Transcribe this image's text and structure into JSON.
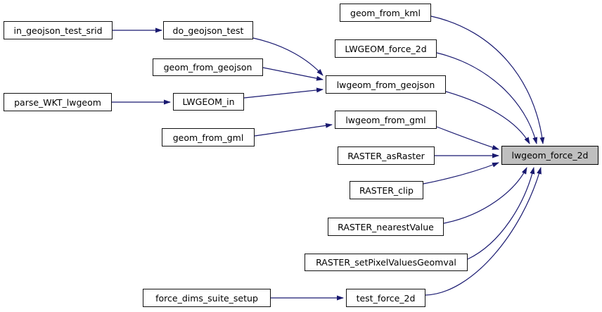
{
  "diagram": {
    "type": "call-graph",
    "colors": {
      "edge": "#191970",
      "node_fill": "#ffffff",
      "node_border": "#000000",
      "target_fill": "#bfbfbf",
      "text": "#000000"
    },
    "nodes": [
      {
        "id": "in_geojson_test_srid",
        "label": "in_geojson_test_srid",
        "target": false
      },
      {
        "id": "do_geojson_test",
        "label": "do_geojson_test",
        "target": false
      },
      {
        "id": "geom_from_geojson",
        "label": "geom_from_geojson",
        "target": false
      },
      {
        "id": "parse_WKT_lwgeom",
        "label": "parse_WKT_lwgeom",
        "target": false
      },
      {
        "id": "LWGEOM_in",
        "label": "LWGEOM_in",
        "target": false
      },
      {
        "id": "geom_from_gml",
        "label": "geom_from_gml",
        "target": false
      },
      {
        "id": "geom_from_kml",
        "label": "geom_from_kml",
        "target": false
      },
      {
        "id": "LWGEOM_force_2d",
        "label": "LWGEOM_force_2d",
        "target": false
      },
      {
        "id": "lwgeom_from_geojson",
        "label": "lwgeom_from_geojson",
        "target": false
      },
      {
        "id": "lwgeom_from_gml",
        "label": "lwgeom_from_gml",
        "target": false
      },
      {
        "id": "RASTER_asRaster",
        "label": "RASTER_asRaster",
        "target": false
      },
      {
        "id": "RASTER_clip",
        "label": "RASTER_clip",
        "target": false
      },
      {
        "id": "RASTER_nearestValue",
        "label": "RASTER_nearestValue",
        "target": false
      },
      {
        "id": "RASTER_setPixelValuesGeomval",
        "label": "RASTER_setPixelValuesGeomval",
        "target": false
      },
      {
        "id": "force_dims_suite_setup",
        "label": "force_dims_suite_setup",
        "target": false
      },
      {
        "id": "test_force_2d",
        "label": "test_force_2d",
        "target": false
      },
      {
        "id": "lwgeom_force_2d",
        "label": "lwgeom_force_2d",
        "target": true
      }
    ],
    "edges": [
      {
        "from": "in_geojson_test_srid",
        "to": "do_geojson_test"
      },
      {
        "from": "do_geojson_test",
        "to": "lwgeom_from_geojson"
      },
      {
        "from": "geom_from_geojson",
        "to": "lwgeom_from_geojson"
      },
      {
        "from": "parse_WKT_lwgeom",
        "to": "LWGEOM_in"
      },
      {
        "from": "LWGEOM_in",
        "to": "lwgeom_from_geojson"
      },
      {
        "from": "geom_from_gml",
        "to": "lwgeom_from_gml"
      },
      {
        "from": "geom_from_kml",
        "to": "lwgeom_force_2d"
      },
      {
        "from": "LWGEOM_force_2d",
        "to": "lwgeom_force_2d"
      },
      {
        "from": "lwgeom_from_geojson",
        "to": "lwgeom_force_2d"
      },
      {
        "from": "lwgeom_from_gml",
        "to": "lwgeom_force_2d"
      },
      {
        "from": "RASTER_asRaster",
        "to": "lwgeom_force_2d"
      },
      {
        "from": "RASTER_clip",
        "to": "lwgeom_force_2d"
      },
      {
        "from": "RASTER_nearestValue",
        "to": "lwgeom_force_2d"
      },
      {
        "from": "RASTER_setPixelValuesGeomval",
        "to": "lwgeom_force_2d"
      },
      {
        "from": "test_force_2d",
        "to": "lwgeom_force_2d"
      },
      {
        "from": "force_dims_suite_setup",
        "to": "test_force_2d"
      }
    ]
  }
}
